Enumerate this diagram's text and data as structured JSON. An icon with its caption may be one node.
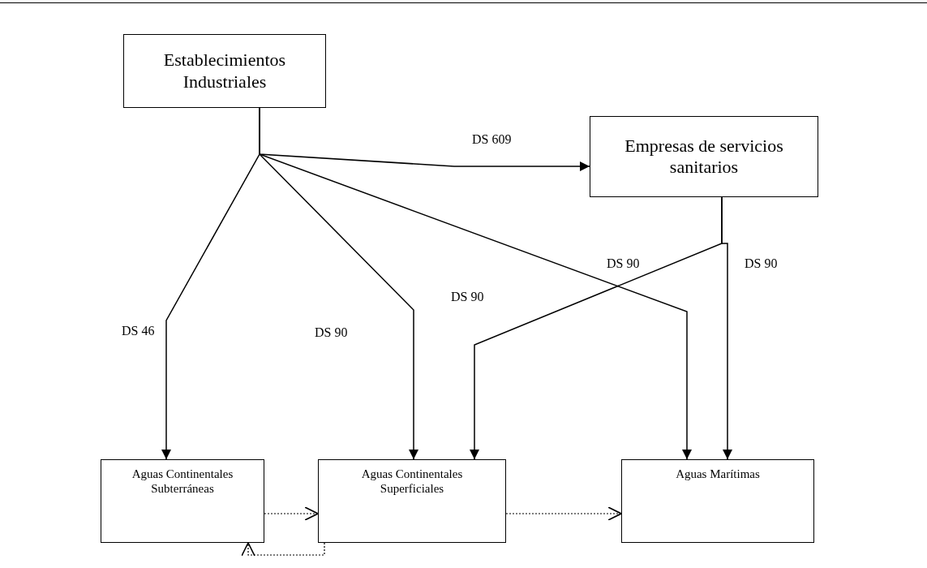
{
  "diagram": {
    "nodes": [
      {
        "text": [
          "Establecimientos Industriales"
        ]
      },
      {
        "text": [
          "Empresas de servicios sanitarios"
        ]
      },
      {
        "text": [
          "Aguas Continentales Subterráneas"
        ]
      },
      {
        "text": [
          "Aguas Continentales Superficiales"
        ]
      },
      {
        "text": [
          "Aguas Marítimas"
        ]
      }
    ],
    "edges": [
      {
        "from": 0,
        "to": 1,
        "arrow": "to",
        "label": "DS 609"
      },
      {
        "from": 0,
        "to": 2,
        "arrow": "to",
        "label": "DS 46"
      },
      {
        "from": 0,
        "to": 3,
        "arrow": "to",
        "label": "DS 90"
      },
      {
        "from": 0,
        "to": 4,
        "arrow": "to",
        "label": "DS 90"
      },
      {
        "from": 1,
        "to": 3,
        "arrow": "to",
        "label": "DS 90"
      },
      {
        "from": 1,
        "to": 4,
        "arrow": "to",
        "label": "DS 90"
      },
      {
        "from": 2,
        "to": 3,
        "arrow": "to",
        "style": "dashed"
      },
      {
        "from": 3,
        "to": 4,
        "arrow": "to",
        "style": "dashed"
      },
      {
        "from": 3,
        "to": 2,
        "arrow": "to",
        "style": "dashed"
      }
    ]
  }
}
